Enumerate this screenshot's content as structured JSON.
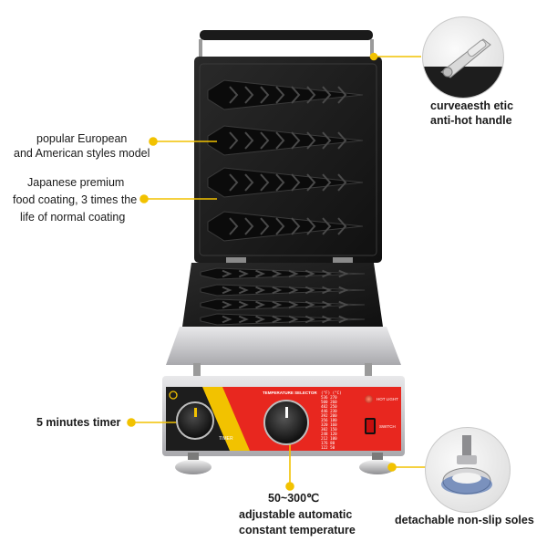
{
  "callouts": {
    "handle": {
      "lines": [
        "curveaesth etic",
        "anti-hot handle"
      ]
    },
    "model": {
      "lines": [
        "popular European",
        "and American styles model"
      ]
    },
    "coating": {
      "lines": [
        "Japanese premium",
        "food coating, 3 times the",
        "life of normal coating"
      ]
    },
    "timer": {
      "text": "5  minutes  timer"
    },
    "temperature": {
      "lines": [
        "50~300℃",
        "adjustable automatic",
        "constant temperature"
      ]
    },
    "soles": {
      "text": "detachable non-slip soles"
    }
  },
  "panel": {
    "timer_label": "TIMER",
    "selector_title": "TEMPERATURE SELECTOR",
    "temp_header": "(°F)  (°C)",
    "temp_rows": [
      "536  270",
      "500  260",
      "482  250",
      "446  230",
      "392  200",
      "356  180",
      "320  160",
      "302  150",
      "248  120",
      "212  100",
      "176   80",
      "122   50"
    ],
    "hot_light_label": "HOT LIGHT",
    "switch_label": "SWITCH"
  },
  "colors": {
    "accent_yellow": "#f2c200",
    "panel_red": "#e8271f",
    "panel_black": "#1d1d1d",
    "plate_black": "#161616",
    "steel": "#cfcfd1"
  }
}
